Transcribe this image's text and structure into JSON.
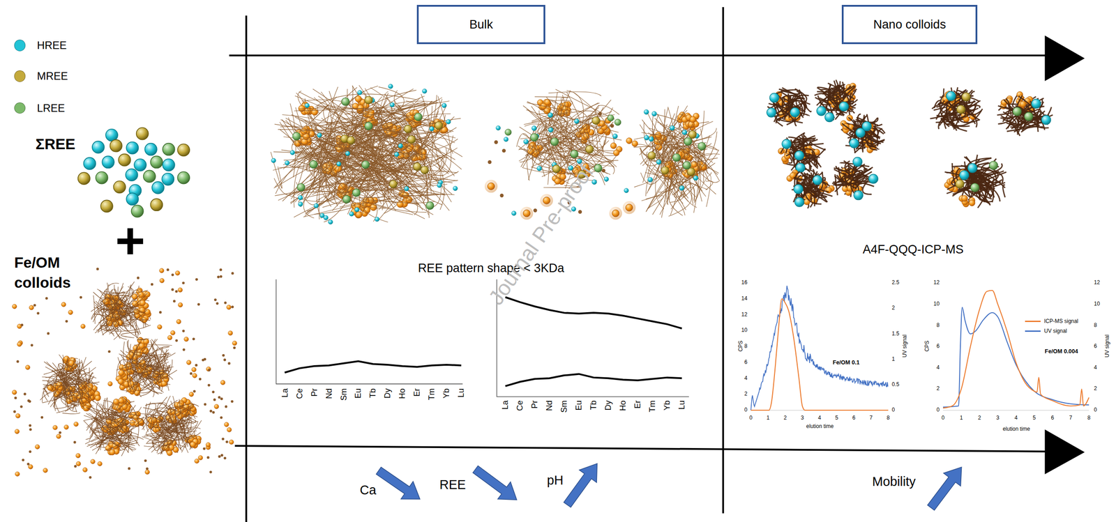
{
  "diagram": {
    "nodes": [
      {
        "text": [
          "Bulk"
        ]
      },
      {
        "text": [
          "Nano colloids"
        ]
      }
    ],
    "labels": [
      "ΣREE",
      "+",
      "Fe/OM colloids",
      "REE pattern shape < 3KDa",
      "La",
      "Ce",
      "Pr",
      "Nd",
      "Sm",
      "Eu",
      "Tb",
      "Dy",
      "Ho",
      "Er",
      "Tm",
      "Yb",
      "Lu",
      "La",
      "Ce",
      "Pr",
      "Nd",
      "Sm",
      "Eu",
      "Tb",
      "Dy",
      "Ho",
      "Er",
      "Tm",
      "Yb",
      "Lu",
      "A4F-QQQ-ICP-MS",
      "0",
      "2",
      "4",
      "6",
      "8",
      "10",
      "12",
      "14",
      "16",
      "0",
      "0.5",
      "1",
      "1.5",
      "2",
      "2.5",
      "0",
      "1",
      "2",
      "3",
      "4",
      "5",
      "6",
      "7",
      "8",
      "CPS",
      "UV signal",
      "elution time",
      "Fe/OM 0.1",
      "0",
      "2",
      "4",
      "6",
      "8",
      "10",
      "12",
      "0",
      "2",
      "4",
      "6",
      "8",
      "10",
      "12",
      "0",
      "1",
      "2",
      "3",
      "4",
      "5",
      "6",
      "7",
      "8",
      "CPS",
      "UV signal",
      "elution time",
      "Fe/OM 0.004",
      "Ca",
      "REE",
      "pH",
      "Mobility",
      "Journal Pre-proof"
    ],
    "legend": [
      {
        "text": "HREE",
        "color": "#22c3d6"
      },
      {
        "text": "MREE",
        "color": "#c4aa3c"
      },
      {
        "text": "LREE",
        "color": "#7cb96a"
      },
      {
        "text": "ICP-MS signal"
      },
      {
        "text": "UV signal"
      }
    ]
  }
}
